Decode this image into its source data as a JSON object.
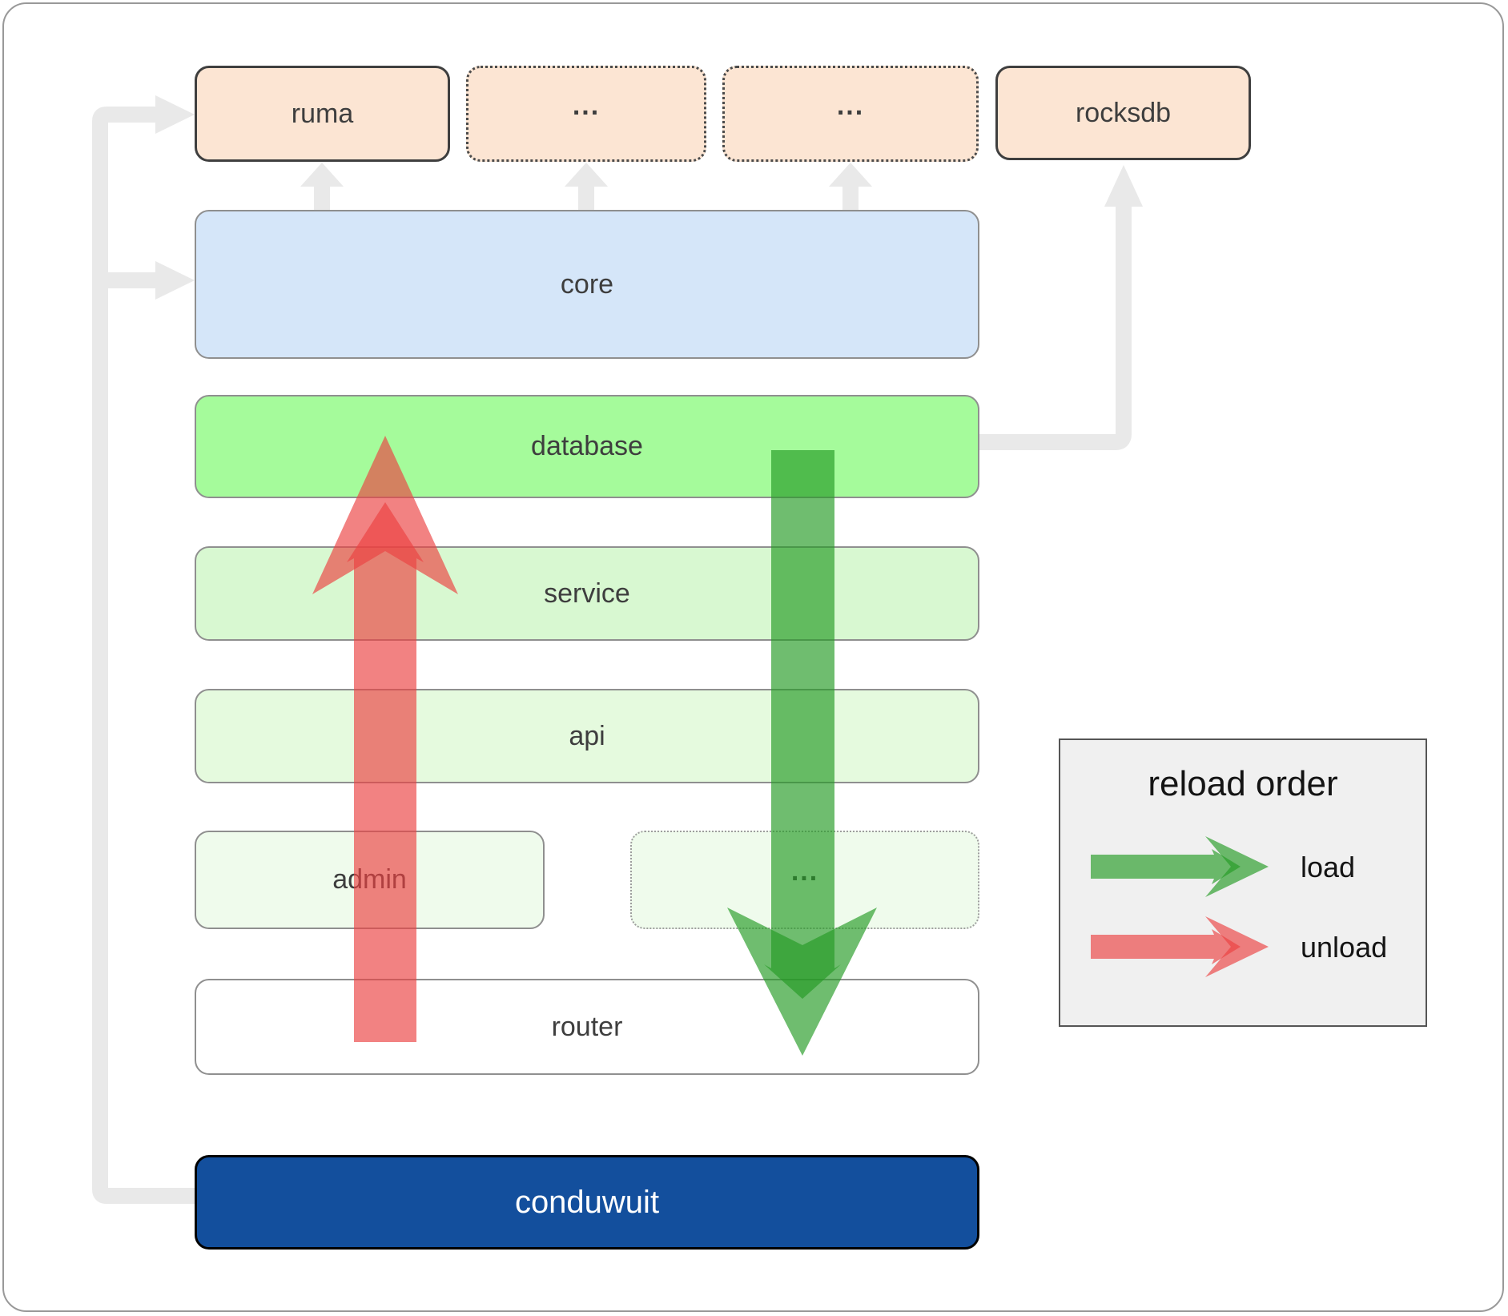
{
  "colors": {
    "peach_fill": "#fce5d3",
    "blue_fill": "#d5e6f9",
    "green_fill": "#a5fb9b",
    "green_light": "#d8f8d1",
    "green_lighter": "#e5fade",
    "green_faint": "#effbec",
    "navy_fill": "#134f9d",
    "legend_bg": "#f0f0f0",
    "connector_gray": "#e9e9e9",
    "arrow_green": "#259b25",
    "arrow_red": "#ec4141"
  },
  "boxes": {
    "ruma": "ruma",
    "ellipsis_top_1": "...",
    "ellipsis_top_2": "...",
    "rocksdb": "rocksdb",
    "core": "core",
    "database": "database",
    "service": "service",
    "api": "api",
    "admin": "admin",
    "ellipsis_bottom": "...",
    "router": "router",
    "conduwuit": "conduwuit"
  },
  "legend": {
    "title": "reload order",
    "items": [
      {
        "label": "load",
        "color": "green"
      },
      {
        "label": "unload",
        "color": "red"
      }
    ]
  }
}
